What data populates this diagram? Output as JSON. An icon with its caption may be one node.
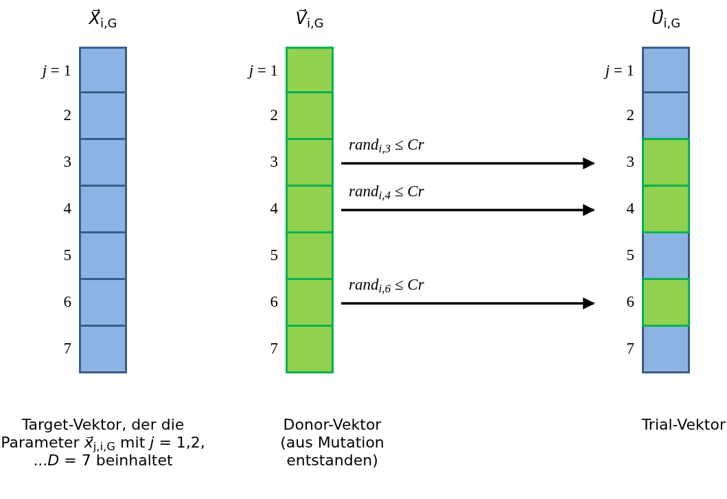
{
  "diagram": {
    "nodes": [
      {
        "text": [
          "*X⃗*$_{i,G}$"
        ],
        "beside": [
          "Target-Vektor, der die Parameter *x⃗*$_{j,i,G}$ mit *j* = 1,2, ...*D* = 7 beinhaltet"
        ]
      },
      {
        "text": [
          "*j* = 1"
        ],
        "in": 0
      },
      {
        "text": [
          "2"
        ],
        "in": 0
      },
      {
        "text": [
          "3"
        ],
        "in": 0
      },
      {
        "text": [
          "4"
        ],
        "in": 0
      },
      {
        "text": [
          "5"
        ],
        "in": 0
      },
      {
        "text": [
          "6"
        ],
        "in": 0
      },
      {
        "text": [
          "7"
        ],
        "in": 0
      },
      {
        "text": [
          "*V⃗*$_{i,G}$"
        ],
        "beside": [
          "Donor-Vektor (aus Mutation entstanden)"
        ]
      },
      {
        "text": [
          "*j* = 1"
        ],
        "in": 8
      },
      {
        "text": [
          "2"
        ],
        "in": 8
      },
      {
        "text": [
          "3"
        ],
        "in": 8
      },
      {
        "text": [
          "4"
        ],
        "in": 8
      },
      {
        "text": [
          "5"
        ],
        "in": 8
      },
      {
        "text": [
          "6"
        ],
        "in": 8
      },
      {
        "text": [
          "7"
        ],
        "in": 8
      },
      {
        "text": [
          "*U⃗*$_{i,G}$"
        ],
        "beside": [
          "Trial-Vektor"
        ]
      },
      {
        "text": [
          "*j* = 1"
        ],
        "in": 16
      },
      {
        "text": [
          "2"
        ],
        "in": 16
      },
      {
        "text": [
          "3"
        ],
        "in": 16
      },
      {
        "text": [
          "4"
        ],
        "in": 16
      },
      {
        "text": [
          "5"
        ],
        "in": 16
      },
      {
        "text": [
          "6"
        ],
        "in": 16
      },
      {
        "text": [
          "7"
        ],
        "in": 16
      }
    ],
    "edges": [
      {
        "from": 11,
        "to": 19,
        "arrow": "to",
        "label": "rand$_{i,3}$ ≤ Cr"
      },
      {
        "from": 12,
        "to": 20,
        "arrow": "to",
        "label": "rand$_{i,4}$ ≤ Cr"
      },
      {
        "from": 14,
        "to": 22,
        "arrow": "to",
        "label": "rand$_{i,6}$ ≤ Cr"
      }
    ]
  }
}
